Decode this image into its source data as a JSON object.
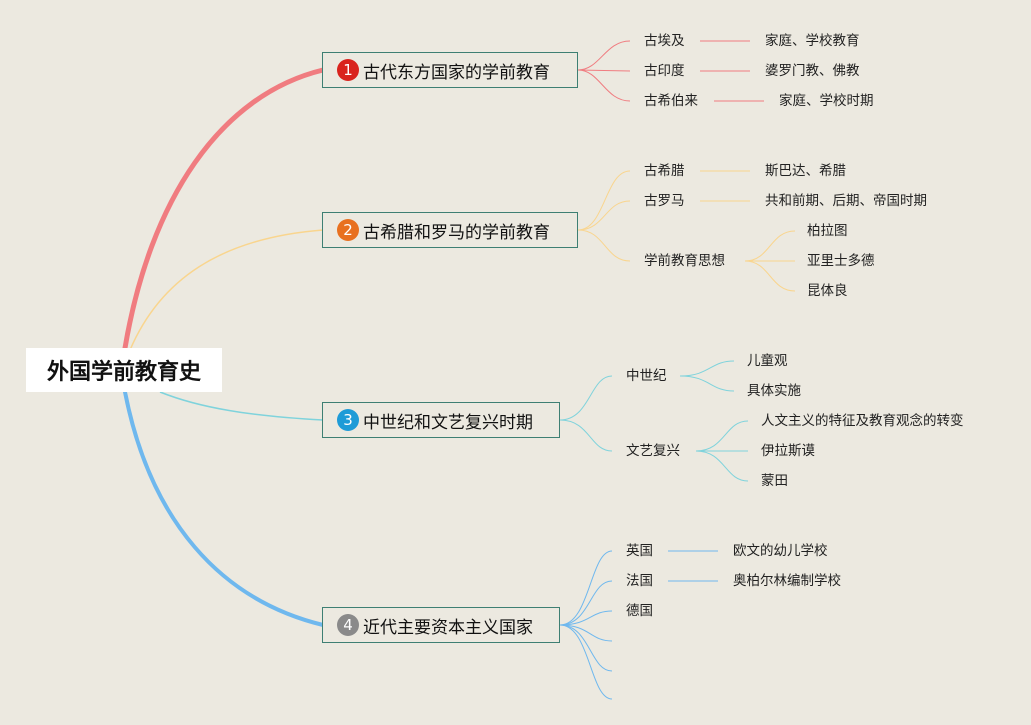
{
  "root": {
    "title": "外国学前教育史"
  },
  "branches": [
    {
      "number": "1",
      "title": "古代东方国家的学前教育",
      "color": "#F07C80",
      "badge_color": "#D9231D",
      "items": [
        {
          "label": "古埃及",
          "detail": "家庭、学校教育"
        },
        {
          "label": "古印度",
          "detail": "婆罗门教、佛教"
        },
        {
          "label": "古希伯来",
          "detail": "家庭、学校时期"
        }
      ]
    },
    {
      "number": "2",
      "title": "古希腊和罗马的学前教育",
      "color": "#F9D58E",
      "badge_color": "#E8701F",
      "items": [
        {
          "label": "古希腊",
          "detail": "斯巴达、希腊"
        },
        {
          "label": "古罗马",
          "detail": "共和前期、后期、帝国时期"
        },
        {
          "label": "学前教育思想",
          "children": [
            "柏拉图",
            "亚里士多德",
            "昆体良"
          ]
        }
      ]
    },
    {
      "number": "3",
      "title": "中世纪和文艺复兴时期",
      "color": "#7FD3DC",
      "badge_color": "#1E9BD7",
      "items": [
        {
          "label": "中世纪",
          "children": [
            "儿童观",
            "具体实施"
          ]
        },
        {
          "label": "文艺复兴",
          "children": [
            "人文主义的特征及教育观念的转变",
            "伊拉斯谟",
            "蒙田"
          ]
        }
      ]
    },
    {
      "number": "4",
      "title": "近代主要资本主义国家",
      "color": "#6FB8EE",
      "badge_color": "#8A8A8A",
      "items": [
        {
          "label": "英国",
          "detail": "欧文的幼儿学校"
        },
        {
          "label": "法国",
          "detail": "奥柏尔林编制学校"
        },
        {
          "label": "德国"
        },
        {
          "label": ""
        },
        {
          "label": ""
        },
        {
          "label": ""
        }
      ]
    }
  ]
}
